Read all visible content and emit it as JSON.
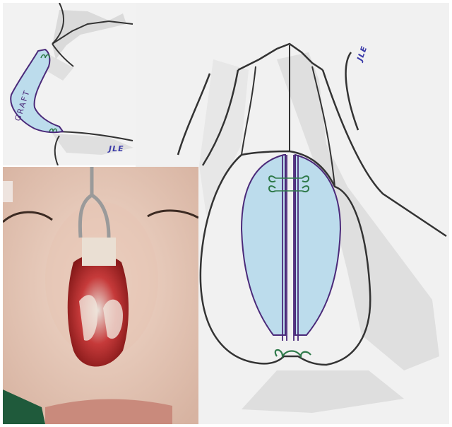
{
  "figure": {
    "graft_label": "GRAFT",
    "signature_side": "JLE",
    "signature_front": "JLE"
  },
  "colors": {
    "pencil": "#333333",
    "graft_outline": "#4b2a7a",
    "graft_fill": "#bcdcec",
    "suture": "#2f7a4a",
    "signature": "#3a3aa8"
  },
  "panels": [
    "sketch-side-view",
    "sketch-front-view",
    "surgical-photo"
  ]
}
